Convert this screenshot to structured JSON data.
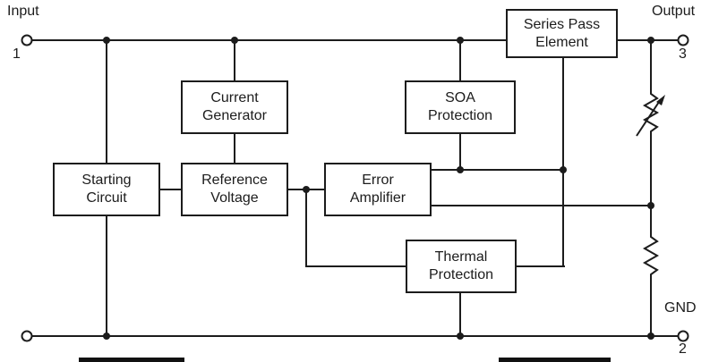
{
  "diagram": {
    "terminals": {
      "input": {
        "label": "Input",
        "pin": "1"
      },
      "output": {
        "label": "Output",
        "pin": "3"
      },
      "gnd": {
        "label": "GND",
        "pin": "2"
      }
    },
    "blocks": {
      "series_pass": "Series Pass Element",
      "current_generator": "Current Generator",
      "soa_protection": "SOA Protection",
      "starting_circuit": "Starting Circuit",
      "reference_voltage": "Reference Voltage",
      "error_amplifier": "Error Amplifier",
      "thermal_protection": "Thermal Protection"
    },
    "components": {
      "adjustable_resistor": "potentiometer-icon",
      "fixed_resistor": "resistor-icon"
    },
    "colors": {
      "line": "#1c1c1c",
      "background": "#ffffff",
      "text": "#1c1c1c"
    }
  }
}
